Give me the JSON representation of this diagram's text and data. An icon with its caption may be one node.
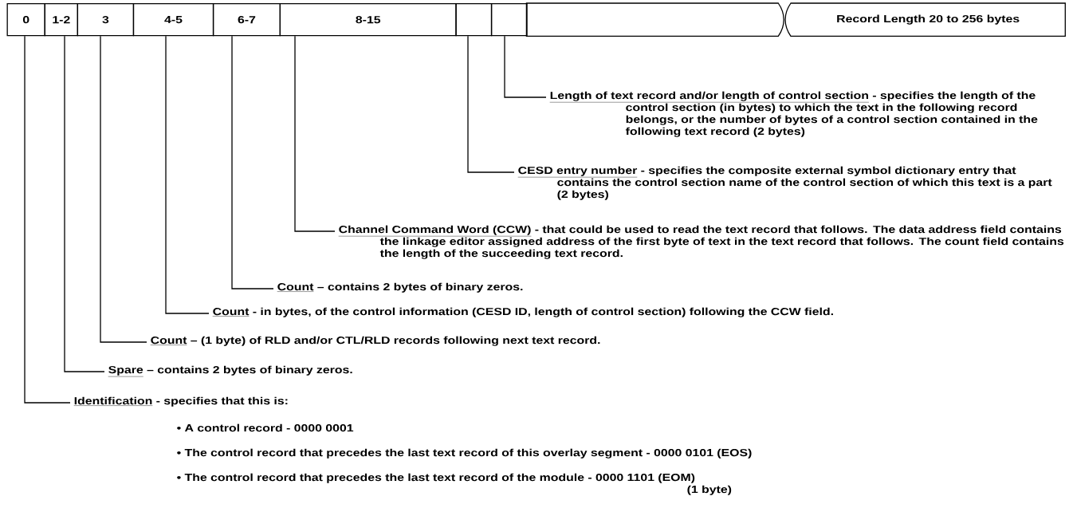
{
  "diagram": {
    "nodes": [
      {
        "text": [
          "0"
        ]
      },
      {
        "text": [
          "1-2"
        ]
      },
      {
        "text": [
          "3"
        ]
      },
      {
        "text": [
          "4-5"
        ]
      },
      {
        "text": [
          "6-7"
        ]
      },
      {
        "text": [
          "8-15"
        ]
      },
      {
        "text": [],
        "shape": "box"
      },
      {
        "text": [],
        "shape": "box"
      },
      {
        "text": [],
        "shape": "box"
      },
      {
        "text": [
          "Record Length 20 to 256 bytes"
        ]
      },
      {
        "text": [
          "Length of text record and/or length of control section",
          "- specifies the length of the control section (in bytes) to which the text in the following record belongs, or the number of bytes of a control section contained in the following text record (2 bytes)"
        ]
      },
      {
        "text": [
          "CESD entry number",
          "- specifies the composite external symbol dictionary entry that contains the control section name of the control section of which this text is a part (2 bytes)"
        ]
      },
      {
        "text": [
          "Channel Command Word (CCW)",
          "- that could be used to read the text record that follows.  The data address field contains the linkage editor assigned address of the first byte of text in the text record that follows.  The count field contains the length of the succeeding text record."
        ]
      },
      {
        "text": [
          "Count",
          "– contains 2 bytes of binary zeros."
        ]
      },
      {
        "text": [
          "Count",
          "- in bytes, of the control information (CESD ID, length of control section) following the CCW field."
        ]
      },
      {
        "text": [
          "Count",
          "– (1 byte) of RLD and/or CTL/RLD records following next text record."
        ]
      },
      {
        "text": [
          "Spare",
          "– contains 2 bytes of binary zeros."
        ]
      },
      {
        "text": [
          "Identification",
          "- specifies that this is:",
          "• A control record - 0000 0001",
          "• The control record that precedes the last text record of this overlay segment - 0000 0101 (EOS)",
          "• The control record that precedes the last text record of the module - 0000 1101 (EOM)",
          "(1 byte)"
        ]
      }
    ],
    "edges": [
      {
        "from": 10,
        "to": 7,
        "arrow": "none"
      },
      {
        "from": 11,
        "to": 6,
        "arrow": "none"
      },
      {
        "from": 12,
        "to": 5,
        "arrow": "none"
      },
      {
        "from": 13,
        "to": 4,
        "arrow": "none"
      },
      {
        "from": 14,
        "to": 3,
        "arrow": "none"
      },
      {
        "from": 15,
        "to": 2,
        "arrow": "none"
      },
      {
        "from": 16,
        "to": 1,
        "arrow": "none"
      },
      {
        "from": 17,
        "to": 0,
        "arrow": "none"
      }
    ]
  }
}
